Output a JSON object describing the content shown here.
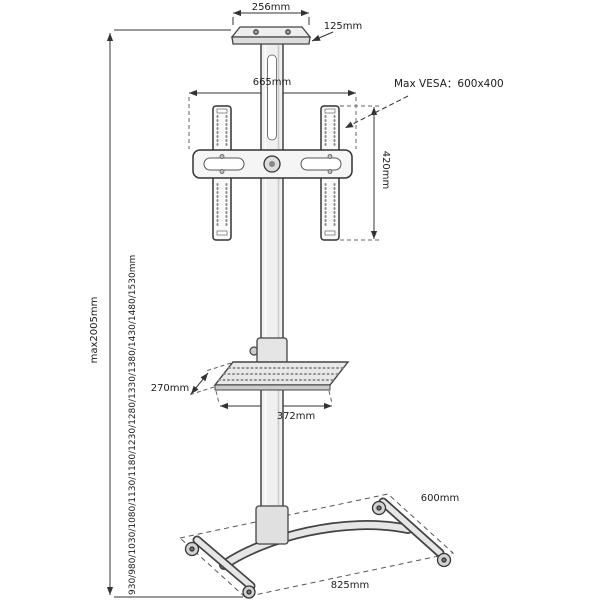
{
  "diagram": {
    "dims": {
      "top_plate_width": "256mm",
      "top_plate_depth": "125mm",
      "bracket_width": "665mm",
      "max_vesa": "Max VESA：600x400",
      "bracket_height": "420mm",
      "max_height": "max2005mm",
      "height_options": "930/980/1030/1080/1130/1180/1230/1280/1330/1380/1430/1480/1530mm",
      "shelf_depth": "270mm",
      "shelf_width": "372mm",
      "base_depth": "600mm",
      "base_width": "825mm"
    }
  }
}
